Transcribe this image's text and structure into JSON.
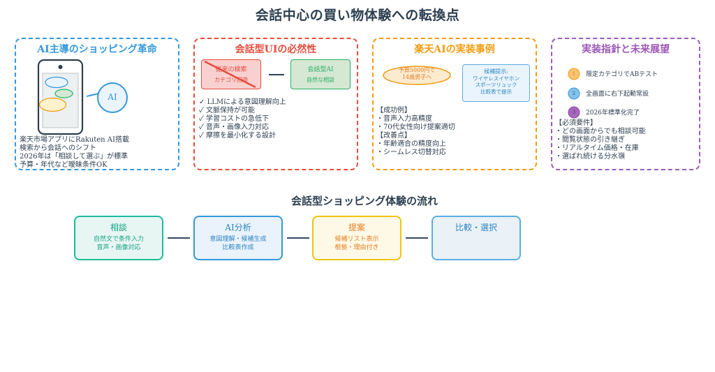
{
  "title": "会話中心の買い物体験への転換点",
  "colors": {
    "blue": "#3498db",
    "red": "#e74c3c",
    "orange": "#f39c12",
    "purple": "#9b59b6",
    "green": "#27ae60",
    "teal": "#1abc9c",
    "yellow": "#f1c40f",
    "dark": "#2c3e50"
  },
  "panels": [
    {
      "title": "AI主導のショッピング革命",
      "ai_label": "AI",
      "lines": [
        "楽天市場アプリにRakuten AI搭載",
        "検索から会話へのシフト",
        "2026年は「相談して選ぶ」が標準",
        "予算・年代など曖昧条件OK"
      ]
    },
    {
      "title": "会話型UIの必然性",
      "old_box": {
        "line1": "従来の検索",
        "line2": "カテゴリ回遊"
      },
      "new_box": {
        "line1": "会話型AI",
        "line2": "自然な相談"
      },
      "checks": [
        "LLMによる意図理解向上",
        "文脈保持が可能",
        "学習コストの急低下",
        "音声・画像入力対応",
        "摩擦を最小化する設計"
      ],
      "check_mark": "✓"
    },
    {
      "title": "楽天AIの実装事例",
      "query_bubble": {
        "line1": "予算5000円で",
        "line2": "14歳男子へ"
      },
      "answer_box": {
        "line1": "候補提示:",
        "line2": "ワイヤレスイヤホン",
        "line3": "スポーツリュック",
        "line4": "比較表で提示"
      },
      "success_header": "【成功例】",
      "success_items": [
        "音声入力高精度",
        "70代女性向け提案適切"
      ],
      "improve_header": "【改善点】",
      "improve_items": [
        "年齢適合の精度向上",
        "シームレス切替対応"
      ],
      "bullet": "・"
    },
    {
      "title": "実装指針と未来展望",
      "steps": [
        {
          "num": "1",
          "label": "限定カテゴリでABテスト",
          "color": "#f39c12"
        },
        {
          "num": "2",
          "label": "全画面に右下起動常設",
          "color": "#3498db"
        },
        {
          "num": "3",
          "label": "2026年標準化完了",
          "color": "#8e44ad"
        }
      ],
      "req_header": "【必須要件】",
      "req_items": [
        "どの画面からでも相談可能",
        "閲覧状態の引き継ぎ",
        "リアルタイム価格・在庫",
        "選ばれ続ける分水嶺"
      ],
      "bullet": "・"
    }
  ],
  "flow": {
    "title": "会話型ショッピング体験の流れ",
    "steps": [
      {
        "title": "相談",
        "lines": [
          "自然文で条件入力",
          "音声・画像対応"
        ]
      },
      {
        "title": "AI分析",
        "lines": [
          "意図理解・候補生成",
          "比較表作成"
        ]
      },
      {
        "title": "提案",
        "lines": [
          "候補リスト表示",
          "根拠・理由付き"
        ]
      },
      {
        "title": "比較・選択",
        "lines": []
      }
    ]
  }
}
